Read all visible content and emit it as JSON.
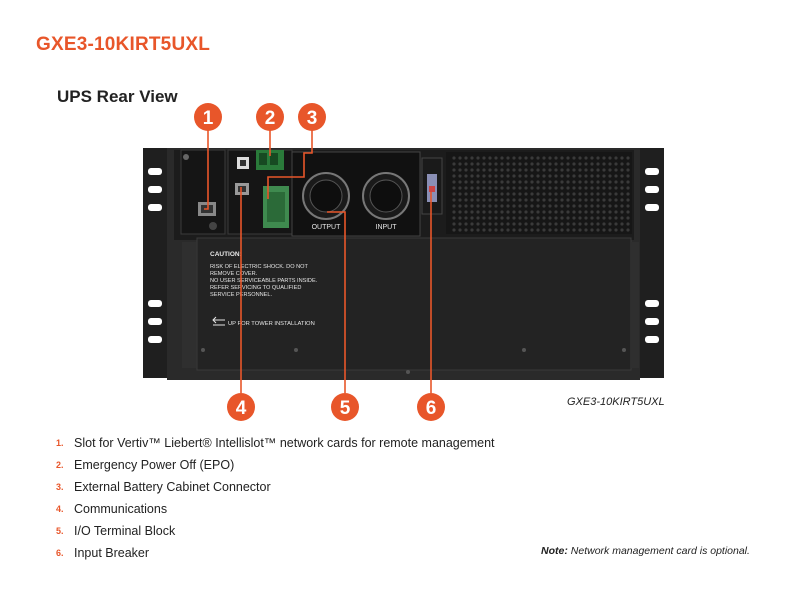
{
  "header": {
    "title": "GXE3-10KIRT5UXL",
    "subtitle": "UPS Rear View"
  },
  "diagram": {
    "model_caption": "GXE3-10KIRT5UXL",
    "port_labels": {
      "output": "OUTPUT",
      "input": "INPUT"
    },
    "caution": {
      "heading": "CAUTION:",
      "lines": [
        "RISK OF ELECTRIC SHOCK. DO NOT",
        "REMOVE COVER.",
        "NO USER SERVICEABLE PARTS INSIDE.",
        "REFER SERVICING TO QUALIFIED",
        "SERVICE PERSONNEL."
      ],
      "tower_note": "UP FOR TOWER INSTALLATION"
    },
    "callouts": [
      "1",
      "2",
      "3",
      "4",
      "5",
      "6"
    ],
    "accent_color": "#e8562a"
  },
  "legend": [
    {
      "num": "1.",
      "text": "Slot for Vertiv™ Liebert® Intellislot™ network cards for remote management"
    },
    {
      "num": "2.",
      "text": "Emergency Power Off (EPO)"
    },
    {
      "num": "3.",
      "text": "External Battery Cabinet Connector"
    },
    {
      "num": "4.",
      "text": "Communications"
    },
    {
      "num": "5.",
      "text": "I/O Terminal Block"
    },
    {
      "num": "6.",
      "text": "Input Breaker"
    }
  ],
  "note": {
    "label": "Note:",
    "text": "Network management card is optional."
  }
}
